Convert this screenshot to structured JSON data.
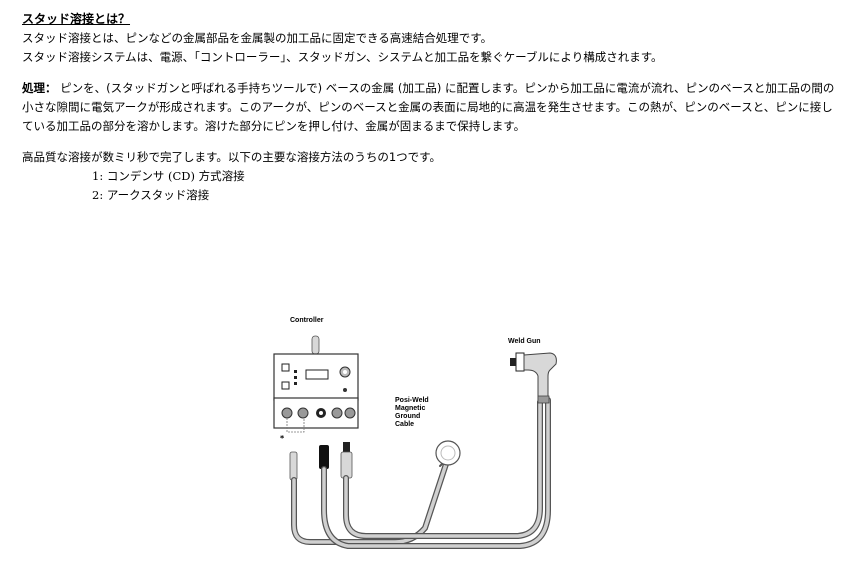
{
  "doc": {
    "title": "スタッド溶接とは？",
    "intro_1": "スタッド溶接とは、ピンなどの金属部品を金属製の加工品に固定できる高速結合処理です。",
    "intro_2": "スタッド溶接システムは、電源、「コントローラー」、スタッドガン、システムと加工品を繋ぐケーブルにより構成されます。",
    "process_label": "処理：",
    "process_text": " ピンを、(スタッドガンと呼ばれる手持ちツールで) ベースの金属 (加工品) に配置します。ピンから加工品に電流が流れ、ピンのベースと加工品の間の小さな隙間に電気アークが形成されます。このアークが、ピンのベースと金属の表面に局地的に高温を発生させます。この熱が、ピンのベースと、ピンに接している加工品の部分を溶かします。溶けた部分にピンを押し付け、金属が固まるまで保持します。",
    "summary": "高品質な溶接が数ミリ秒で完了します。以下の主要な溶接方法のうちの1つです。",
    "methods": [
      "1: コンデンサ (CD) 方式溶接",
      "2: アークスタッド溶接"
    ]
  },
  "diagram": {
    "controller_label": "Controller",
    "weld_gun_label": "Weld Gun",
    "ground_cable_lines": [
      "Posi-Weld",
      "Magnetic",
      "Ground",
      "Cable"
    ]
  }
}
